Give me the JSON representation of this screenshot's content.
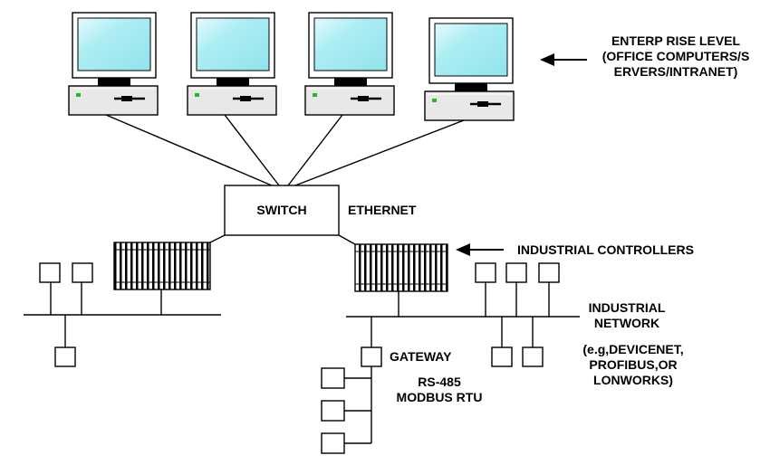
{
  "labels": {
    "enterprise": "ENTERP RISE LEVEL\n(OFFICE COMPUTERS/S\nERVERS/INTRANET)",
    "switch": "SWITCH",
    "ethernet": "ETHERNET",
    "controllers": "INDUSTRIAL CONTROLLERS",
    "network": "INDUSTRIAL\nNETWORK",
    "network_examples": "(e.g,DEVICENET,\nPROFIBUS,OR\nLONWORKS)",
    "gateway": "GATEWAY",
    "rs485": "RS-485\nMODBUS RTU"
  },
  "colors": {
    "screen": "#aeeef4",
    "screen_highlight": "#e6fbfd",
    "monitor_body": "#ffffff",
    "cpu_body": "#e8e8e8",
    "led": "#22bb22",
    "line": "#000000"
  }
}
